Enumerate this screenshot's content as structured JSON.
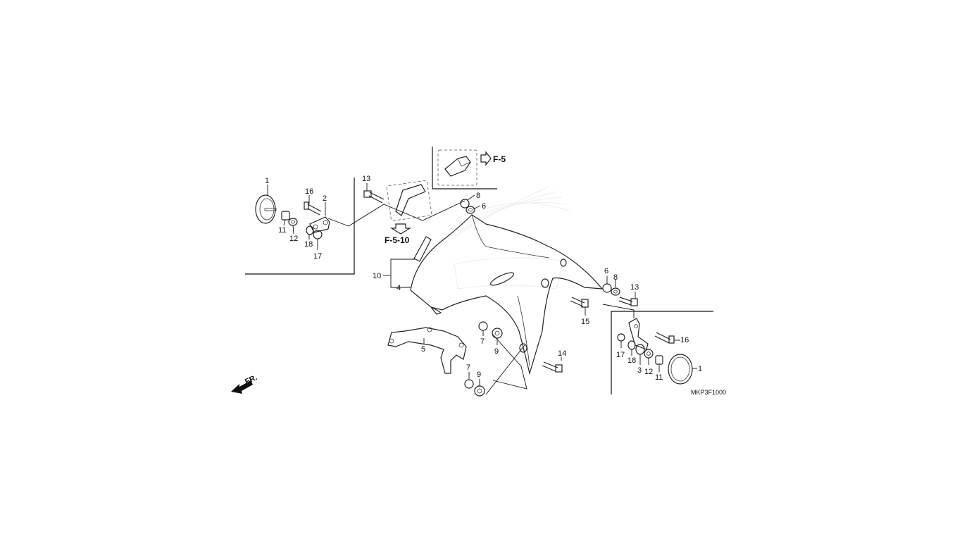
{
  "diagram_code": "MKP3F1000",
  "direction_label": "FR.",
  "refs": {
    "top": "F-5",
    "middle": "F-5-10"
  },
  "callouts": [
    {
      "id": "l-1",
      "text": "1"
    },
    {
      "id": "l-16",
      "text": "16"
    },
    {
      "id": "l-2",
      "text": "2"
    },
    {
      "id": "l-11",
      "text": "11"
    },
    {
      "id": "l-12",
      "text": "12"
    },
    {
      "id": "l-18",
      "text": "18"
    },
    {
      "id": "l-17",
      "text": "17"
    },
    {
      "id": "c-13",
      "text": "13"
    },
    {
      "id": "c-8",
      "text": "8"
    },
    {
      "id": "c-6",
      "text": "6"
    },
    {
      "id": "c-10",
      "text": "10"
    },
    {
      "id": "c-4",
      "text": "4"
    },
    {
      "id": "c-5",
      "text": "5"
    },
    {
      "id": "c-7a",
      "text": "7"
    },
    {
      "id": "c-9a",
      "text": "9"
    },
    {
      "id": "c-7b",
      "text": "7"
    },
    {
      "id": "c-9b",
      "text": "9"
    },
    {
      "id": "c-14",
      "text": "14"
    },
    {
      "id": "c-15",
      "text": "15"
    },
    {
      "id": "r-6",
      "text": "6"
    },
    {
      "id": "r-8",
      "text": "8"
    },
    {
      "id": "r-13",
      "text": "13"
    },
    {
      "id": "r-16",
      "text": "16"
    },
    {
      "id": "r-17",
      "text": "17"
    },
    {
      "id": "r-18",
      "text": "18"
    },
    {
      "id": "r-3",
      "text": "3"
    },
    {
      "id": "r-12",
      "text": "12"
    },
    {
      "id": "r-11",
      "text": "11"
    },
    {
      "id": "r-1",
      "text": "1"
    }
  ]
}
